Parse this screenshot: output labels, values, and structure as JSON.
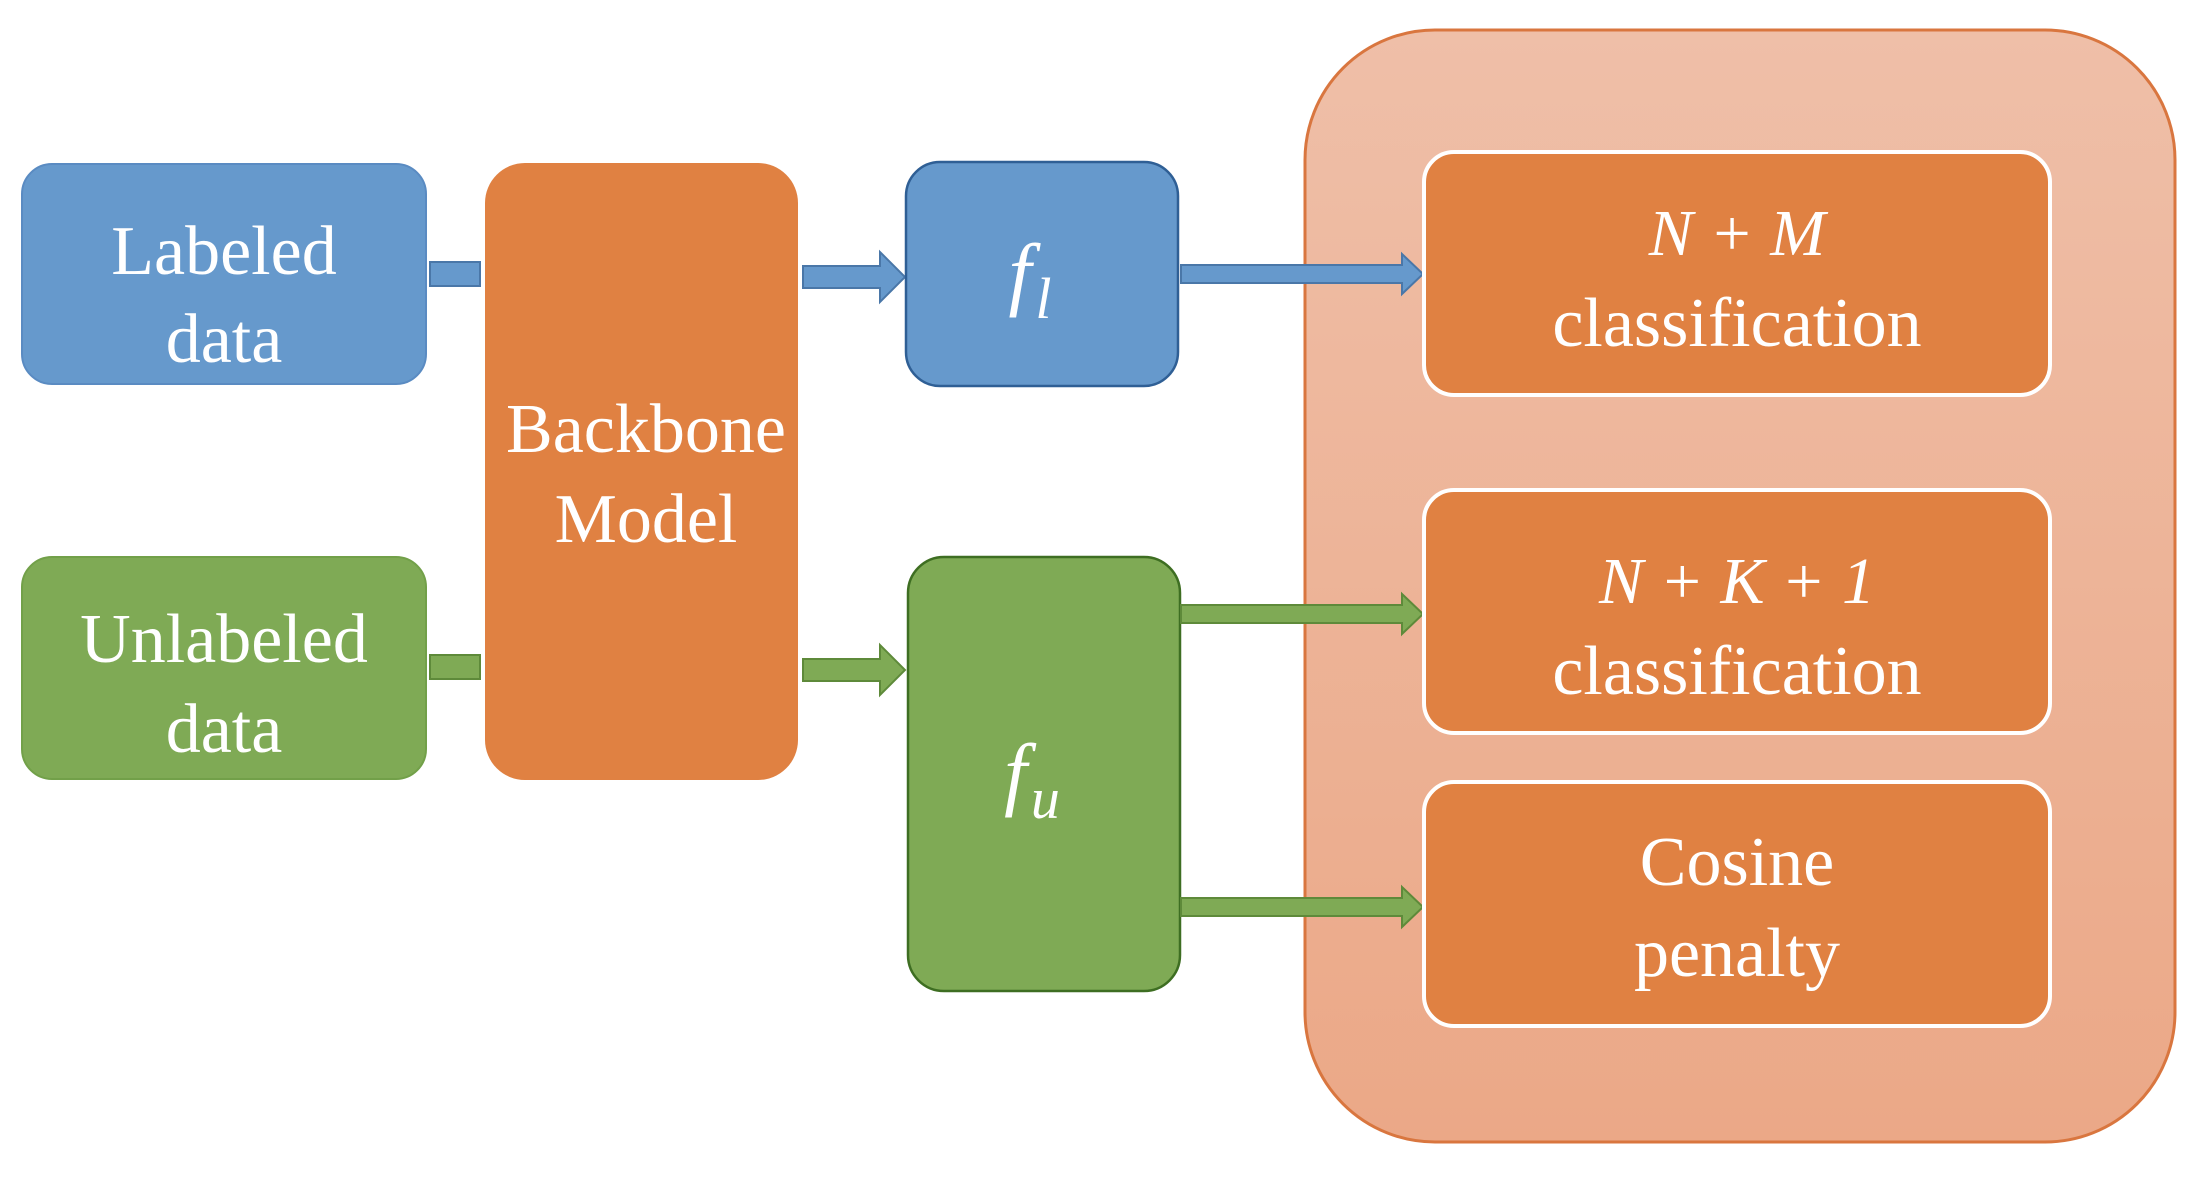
{
  "inputs": {
    "labeled": {
      "line1": "Labeled",
      "line2": "data"
    },
    "unlabeled": {
      "line1": "Unlabeled",
      "line2": "data"
    }
  },
  "backbone": {
    "line1": "Backbone",
    "line2": "Model"
  },
  "features": {
    "labeled": {
      "base": "f",
      "sub": "l"
    },
    "unlabeled": {
      "base": "f",
      "sub": "u"
    }
  },
  "heads": {
    "nm": {
      "formula": "N + M",
      "label": "classification"
    },
    "nk1": {
      "formula": "N + K + 1",
      "label": "classification"
    },
    "cosine": {
      "line1": "Cosine",
      "line2": "penalty"
    }
  },
  "colors": {
    "blue": "#6699CC",
    "blue_stroke": "#4A77A8",
    "green": "#7FAA55",
    "green_stroke": "#5E8A3A",
    "orange": "#E08142",
    "panel": "#EDB196",
    "panel_stroke": "#D9763F"
  }
}
